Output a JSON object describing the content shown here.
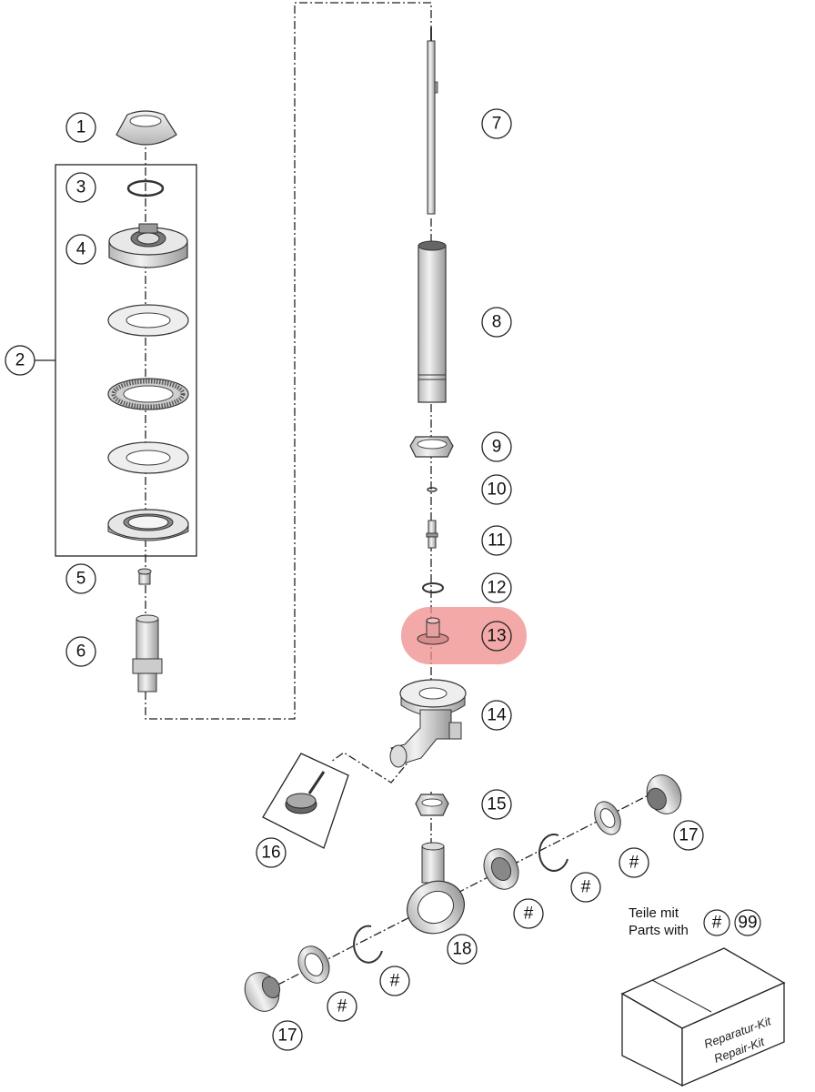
{
  "diagram": {
    "callouts": [
      {
        "id": "c1",
        "label": "1"
      },
      {
        "id": "c2",
        "label": "2"
      },
      {
        "id": "c3",
        "label": "3"
      },
      {
        "id": "c4",
        "label": "4"
      },
      {
        "id": "c5",
        "label": "5"
      },
      {
        "id": "c6",
        "label": "6"
      },
      {
        "id": "c7",
        "label": "7"
      },
      {
        "id": "c8",
        "label": "8"
      },
      {
        "id": "c9",
        "label": "9"
      },
      {
        "id": "c10",
        "label": "10"
      },
      {
        "id": "c11",
        "label": "11"
      },
      {
        "id": "c12",
        "label": "12"
      },
      {
        "id": "c13",
        "label": "13"
      },
      {
        "id": "c14",
        "label": "14"
      },
      {
        "id": "c15",
        "label": "15"
      },
      {
        "id": "c16",
        "label": "16"
      },
      {
        "id": "c17a",
        "label": "17"
      },
      {
        "id": "c17b",
        "label": "17"
      },
      {
        "id": "c18",
        "label": "18"
      },
      {
        "id": "h1",
        "label": "#"
      },
      {
        "id": "h2",
        "label": "#"
      },
      {
        "id": "h3",
        "label": "#"
      },
      {
        "id": "h4",
        "label": "#"
      },
      {
        "id": "h5",
        "label": "#"
      },
      {
        "id": "h6",
        "label": "#"
      }
    ],
    "highlighted_part": "13",
    "highlight_color": "#f08c8c",
    "legend": {
      "line1": "Teile mit",
      "line2": "Parts with",
      "symbol": "#",
      "kit_number": "99"
    },
    "kit_box": {
      "line1": "Reparatur-Kit",
      "line2": "Repair-Kit"
    }
  }
}
